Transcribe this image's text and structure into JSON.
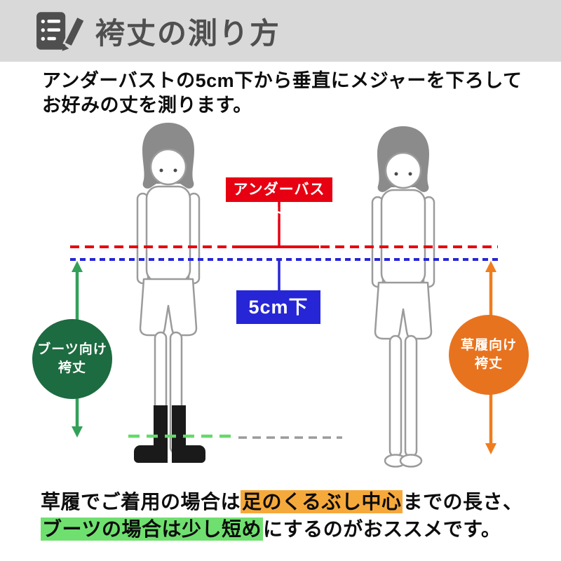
{
  "header": {
    "title": "袴丈の測り方",
    "icon": "clipboard-pencil-icon"
  },
  "intro": {
    "line1": "アンダーバストの5cm下から垂直にメジャーを下ろして",
    "line2": "お好みの丈を測ります。"
  },
  "diagram": {
    "underbust_label": "アンダーバスト",
    "below_label": "5cm下",
    "boots_circle": {
      "line1": "ブーツ向け",
      "line2": "袴丈"
    },
    "zori_circle": {
      "line1": "草履向け",
      "line2": "袴丈"
    }
  },
  "footer": {
    "seg1": "草履でご着用の場合は",
    "hl_orange": "足のくるぶし中心",
    "seg2": "までの長さ、",
    "hl_green": "ブーツの場合は少し短め",
    "seg3": "にするのがおススメです。"
  },
  "colors": {
    "header_bg": "#d9d9d9",
    "title_text": "#4f4f4f",
    "red": "#e60012",
    "blue": "#2626d6",
    "green_dark": "#1d6b40",
    "green_arrow": "#33a05a",
    "green_highlight": "#6fe06f",
    "green_hem_line": "#66d96a",
    "orange": "#e8731f",
    "orange_highlight": "#f6a93b",
    "figure_outline": "#9b9b9b",
    "boots_black": "#1a1a1a"
  }
}
